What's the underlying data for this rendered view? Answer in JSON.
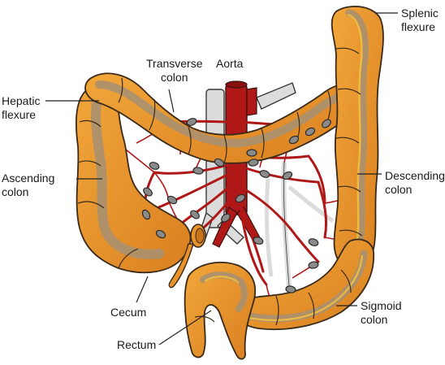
{
  "labels": {
    "splenic": [
      "Splenic",
      "flexure"
    ],
    "transverse": [
      "Transverse",
      "colon"
    ],
    "aorta": [
      "Aorta"
    ],
    "hepatic": [
      "Hepatic",
      "flexure"
    ],
    "ascending": [
      "Ascending",
      "colon"
    ],
    "descending": [
      "Descending",
      "colon"
    ],
    "cecum": [
      "Cecum"
    ],
    "sigmoid": [
      "Sigmoid",
      "colon"
    ],
    "rectum": [
      "Rectum"
    ]
  },
  "colors": {
    "colon_fill": "#e8932a",
    "colon_dark": "#c8741c",
    "mucosa": "#a89070",
    "outline": "#3a2a1a",
    "artery": "#b01818",
    "vein": "#d8d8d8",
    "lymph_node": "#8a8a8a",
    "leader": "#222222"
  }
}
